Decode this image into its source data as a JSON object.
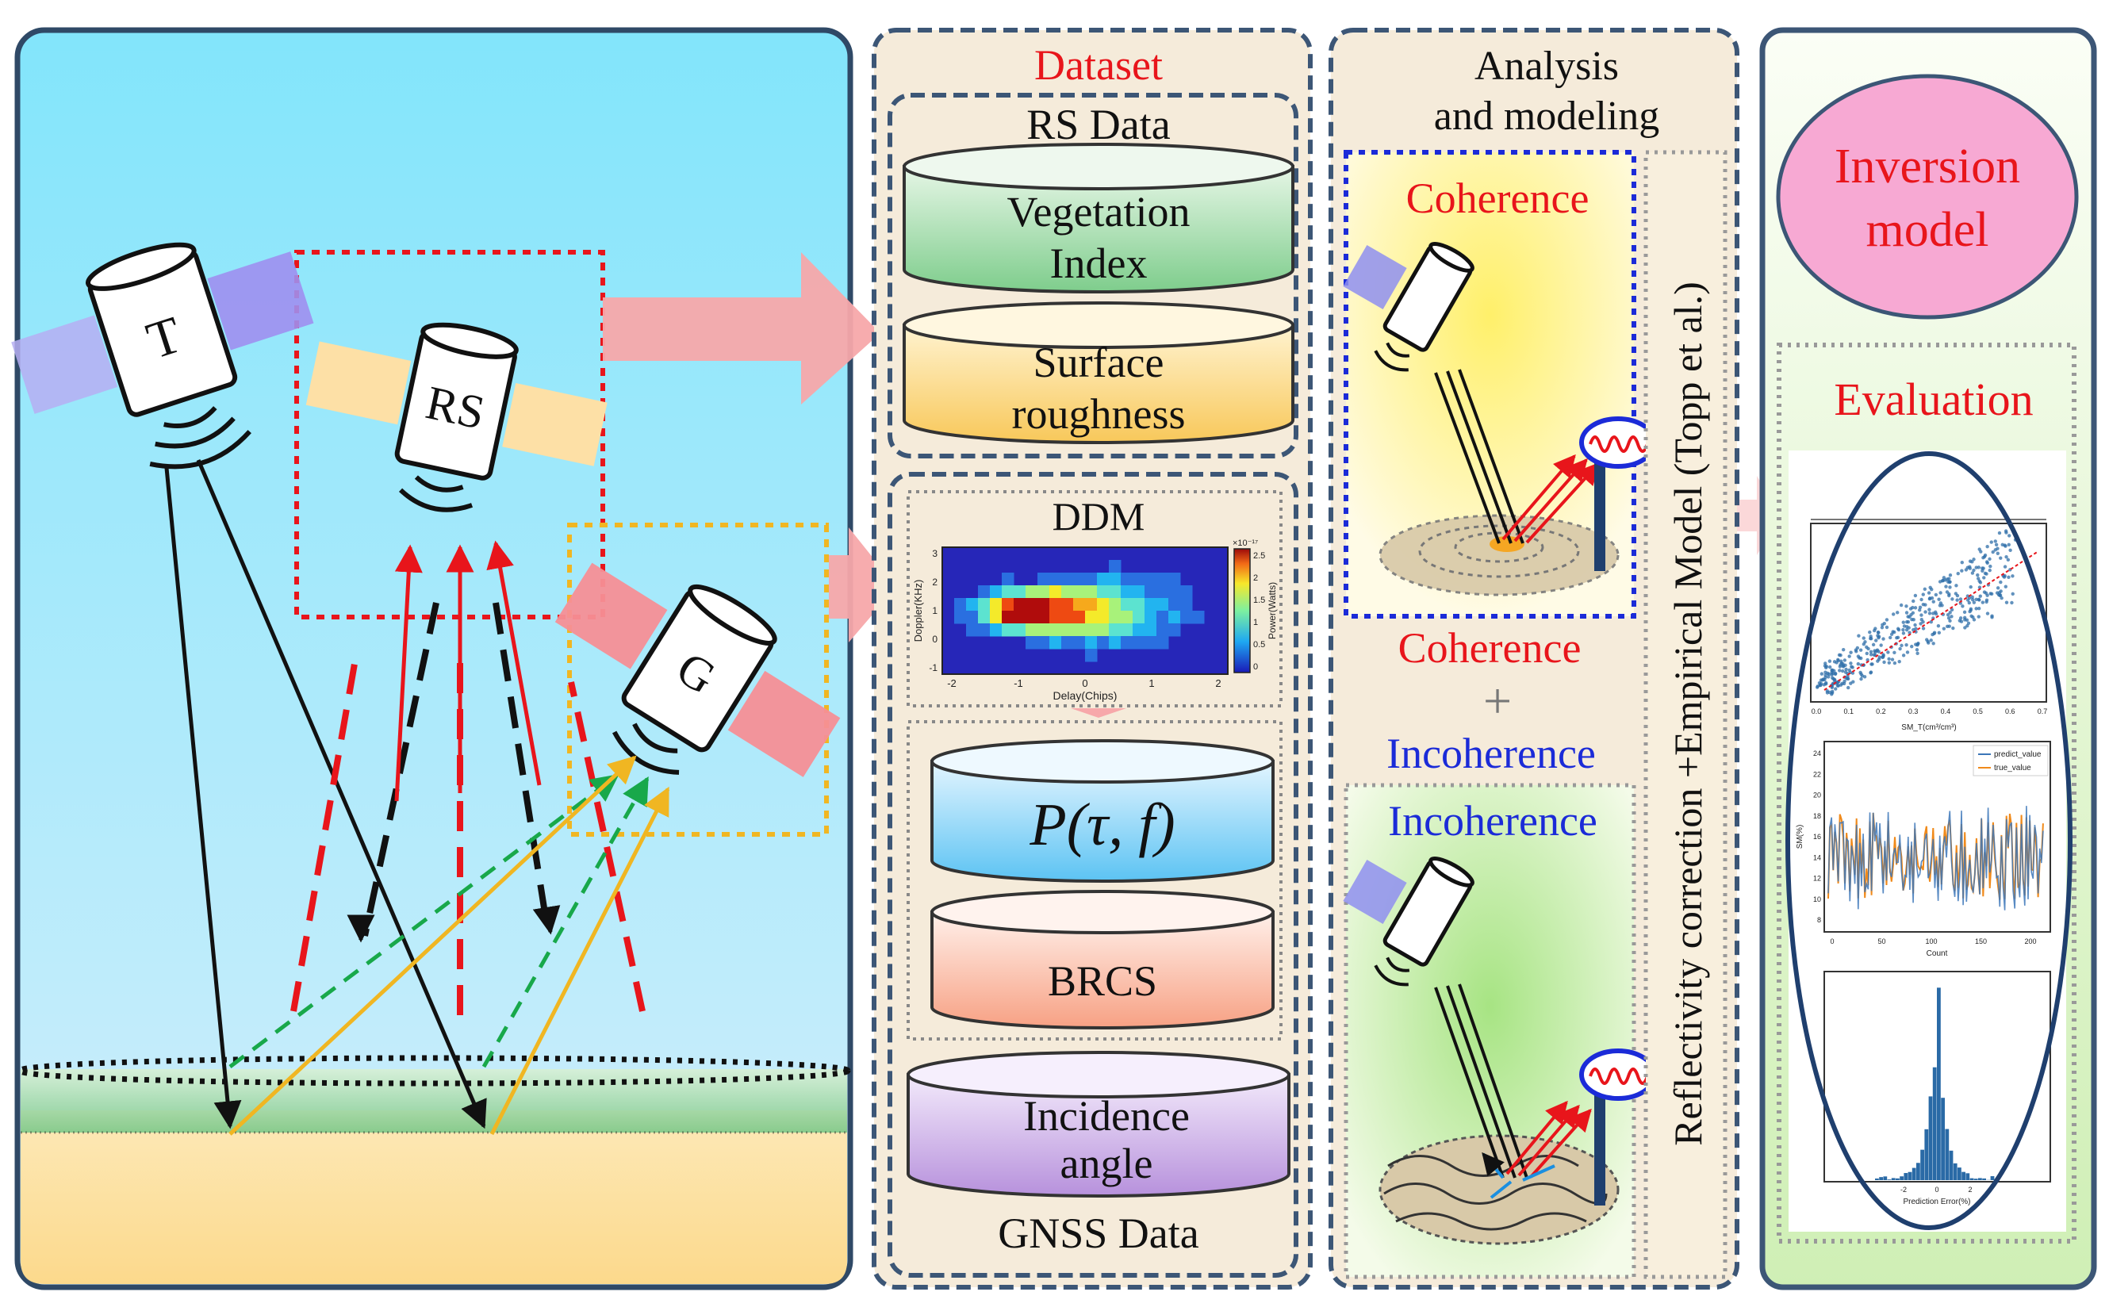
{
  "scene": {
    "satellite_labels": {
      "t": "T",
      "rs": "RS",
      "g": "G"
    }
  },
  "dataset": {
    "title": "Dataset",
    "rs_group_label": "RS Data",
    "rs_items": {
      "vegetation_line1": "Vegetation",
      "vegetation_line2": "Index",
      "roughness_line1": "Surface",
      "roughness_line2": "roughness"
    },
    "ddm_label": "DDM",
    "ddm_plot": {
      "ylabel": "Doppler(KHz)",
      "xlabel": "Delay(Chips)",
      "colorbar_label": "Power(Watts)",
      "colorbar_exp": "×10⁻¹⁷",
      "x_ticks": [
        "-2",
        "-1",
        "0",
        "1",
        "2"
      ],
      "y_ticks": [
        "3",
        "2",
        "1",
        "0",
        "-1"
      ],
      "cb_ticks": [
        "2.5",
        "2",
        "1.5",
        "1",
        "0.5",
        "0"
      ]
    },
    "gnss_items": {
      "p_tau_f": "P(τ, f)",
      "brcs": "BRCS",
      "incidence_line1": "Incidence",
      "incidence_line2": "angle"
    },
    "gnss_group_label": "GNSS Data"
  },
  "analysis": {
    "title_line1": "Analysis",
    "title_line2": "and modeling",
    "coherence": "Coherence",
    "coherence_combo": "Coherence",
    "plus": "+",
    "incoherence_combo": "Incoherence",
    "incoherence": "Incoherence",
    "vertical_label": "Reflectivity correction +Empirical Model (Topp et al.)"
  },
  "results": {
    "inversion_line1": "Inversion",
    "inversion_line2": "model",
    "evaluation": "Evaluation",
    "scatter_plot": {
      "xlabel": "SM_T(cm³/cm³)",
      "x_ticks": [
        "0.0",
        "0.1",
        "0.2",
        "0.3",
        "0.4",
        "0.5",
        "0.6",
        "0.7"
      ]
    },
    "line_plot": {
      "legend_1": "predict_value",
      "legend_2": "true_value",
      "xlabel": "Count",
      "ylabel": "SM(%)",
      "x_ticks": [
        "0",
        "50",
        "100",
        "150",
        "200"
      ],
      "y_ticks": [
        "24",
        "22",
        "20",
        "18",
        "16",
        "14",
        "12",
        "10",
        "8"
      ]
    },
    "hist_plot": {
      "xlabel": "Prediction Error(%)",
      "x_ticks": [
        "-2",
        "0",
        "2"
      ]
    }
  },
  "colors": {
    "red": "#e8151b",
    "blue": "#1b2bd8",
    "panel_border": "#3c5676",
    "panel_fill": "#f5ebda",
    "sky_top": "#86e6fb",
    "sky_bottom": "#cdeefc",
    "arrow_pink": "#f7a8aa"
  }
}
